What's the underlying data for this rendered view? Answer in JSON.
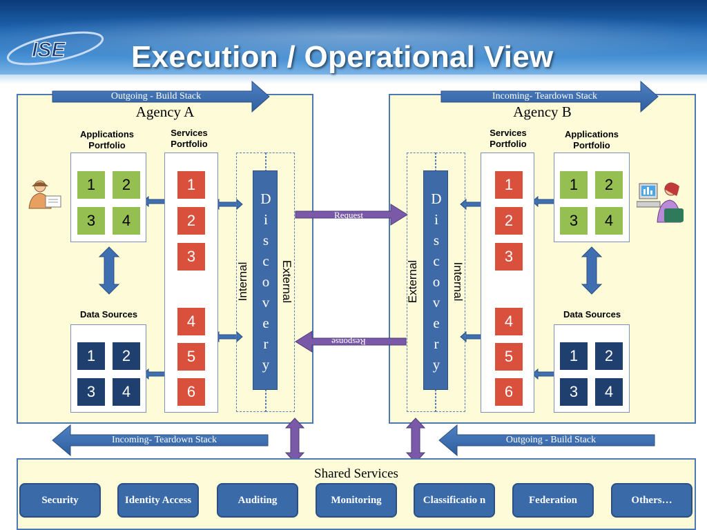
{
  "slide": {
    "title": "Execution / Operational View",
    "logo_text": "ISE"
  },
  "agency_a": {
    "title": "Agency A",
    "top_arrow_label": "Outgoing - Build Stack",
    "bottom_arrow_label": "Incoming- Teardown Stack",
    "applications_title": "Applications Portfolio",
    "services_title": "Services Portfolio",
    "data_sources_title": "Data Sources",
    "applications": [
      "1",
      "2",
      "3",
      "4"
    ],
    "services": [
      "1",
      "2",
      "3",
      "4",
      "5",
      "6"
    ],
    "data_sources": [
      "1",
      "2",
      "3",
      "4"
    ],
    "discovery_letters": [
      "D",
      "i",
      "s",
      "c",
      "o",
      "v",
      "e",
      "r",
      "y"
    ],
    "internal_label": "Internal",
    "external_label": "External"
  },
  "agency_b": {
    "title": "Agency B",
    "top_arrow_label": "Incoming- Teardown Stack",
    "bottom_arrow_label": "Outgoing - Build Stack",
    "applications_title": "Applications Portfolio",
    "services_title": "Services Portfolio",
    "data_sources_title": "Data Sources",
    "applications": [
      "1",
      "2",
      "3",
      "4"
    ],
    "services": [
      "1",
      "2",
      "3",
      "4",
      "5",
      "6"
    ],
    "data_sources": [
      "1",
      "2",
      "3",
      "4"
    ],
    "discovery_letters": [
      "D",
      "i",
      "s",
      "c",
      "o",
      "v",
      "e",
      "r",
      "y"
    ],
    "internal_label": "Internal",
    "external_label": "External"
  },
  "exchange": {
    "request_label": "Request",
    "response_label": "Response"
  },
  "shared_services": {
    "title": "Shared Services",
    "items": [
      "Security",
      "Identity Access",
      "Auditing",
      "Monitoring",
      "Classificatio n",
      "Federation",
      "Others…"
    ]
  },
  "colors": {
    "header_blue": "#1d64b0",
    "panel_fill": "#fdfbd8",
    "app_green": "#96bf52",
    "data_navy": "#1f3f6f",
    "service_red": "#d9513c",
    "discovery_blue": "#3e6ba7",
    "flow_arrow_blue": "#3f6fb0",
    "connector_purple": "#7a5aa8"
  }
}
